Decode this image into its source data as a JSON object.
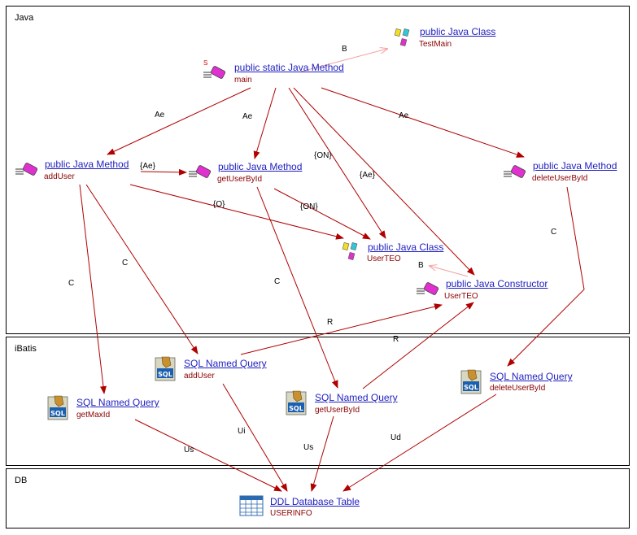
{
  "lanes": {
    "java": "Java",
    "ibatis": "iBatis",
    "db": "DB"
  },
  "nodes": {
    "testmain": {
      "kind": "public Java Class",
      "name": "TestMain",
      "icon": "java-class-icon"
    },
    "main": {
      "kind": "public static Java Method",
      "name": "main",
      "icon": "java-method-icon",
      "marker": "S"
    },
    "adduser": {
      "kind": "public Java Method",
      "name": "addUser",
      "icon": "java-method-icon"
    },
    "getuserbyid": {
      "kind": "public Java Method",
      "name": "getUserById",
      "icon": "java-method-icon"
    },
    "deleteuser": {
      "kind": "public Java Method",
      "name": "deleteUserById",
      "icon": "java-method-icon"
    },
    "userteo": {
      "kind": "public Java Class",
      "name": "UserTEO",
      "icon": "java-class-icon"
    },
    "userteoctor": {
      "kind": "public Java Constructor",
      "name": "UserTEO",
      "icon": "java-method-icon"
    },
    "q_adduser": {
      "kind": "SQL Named Query",
      "name": "addUser",
      "icon": "sql-query-icon"
    },
    "q_getmaxid": {
      "kind": "SQL Named Query",
      "name": "getMaxId",
      "icon": "sql-query-icon"
    },
    "q_getuser": {
      "kind": "SQL Named Query",
      "name": "getUserById",
      "icon": "sql-query-icon"
    },
    "q_deleteuser": {
      "kind": "SQL Named Query",
      "name": "deleteUserById",
      "icon": "sql-query-icon"
    },
    "userinfo": {
      "kind": "DDL Database Table",
      "name": "USERINFO",
      "icon": "database-table-icon"
    }
  },
  "edges": [
    {
      "from": "main",
      "to": "testmain",
      "label": "B"
    },
    {
      "from": "main",
      "to": "adduser",
      "label": "Ae"
    },
    {
      "from": "main",
      "to": "getuserbyid",
      "label": "Ae"
    },
    {
      "from": "main",
      "to": "userteo",
      "label": "{ON}"
    },
    {
      "from": "main",
      "to": "userteoctor",
      "label": "{Ae}"
    },
    {
      "from": "main",
      "to": "deleteuser",
      "label": "Ae"
    },
    {
      "from": "adduser",
      "to": "getuserbyid",
      "label": "{Ae}"
    },
    {
      "from": "adduser",
      "to": "userteo",
      "label": "{O}"
    },
    {
      "from": "getuserbyid",
      "to": "userteo",
      "label": "{ON}"
    },
    {
      "from": "userteoctor",
      "to": "userteo",
      "label": "B"
    },
    {
      "from": "adduser",
      "to": "q_getmaxid",
      "label": "C"
    },
    {
      "from": "adduser",
      "to": "q_adduser",
      "label": "C"
    },
    {
      "from": "getuserbyid",
      "to": "q_getuser",
      "label": "C"
    },
    {
      "from": "deleteuser",
      "to": "q_deleteuser",
      "label": "C"
    },
    {
      "from": "q_adduser",
      "to": "userteoctor",
      "label": "R"
    },
    {
      "from": "q_getuser",
      "to": "userteoctor",
      "label": "R"
    },
    {
      "from": "q_getmaxid",
      "to": "userinfo",
      "label": "Us"
    },
    {
      "from": "q_adduser",
      "to": "userinfo",
      "label": "Ui"
    },
    {
      "from": "q_getuser",
      "to": "userinfo",
      "label": "Us"
    },
    {
      "from": "q_deleteuser",
      "to": "userinfo",
      "label": "Ud"
    }
  ]
}
